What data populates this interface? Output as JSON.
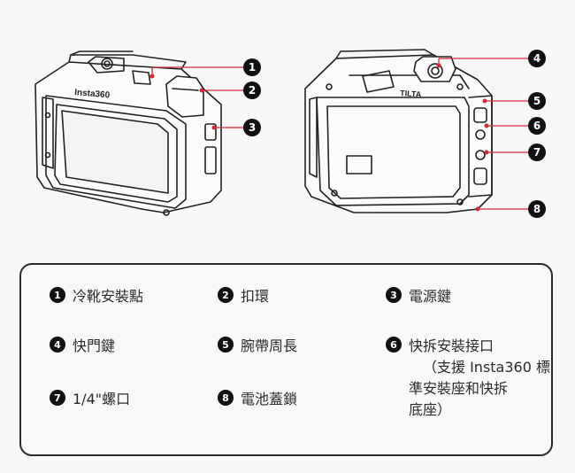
{
  "callouts": [
    "1",
    "2",
    "3",
    "4",
    "5",
    "6",
    "7",
    "8"
  ],
  "logos": {
    "left_camera_brand": "Insta360",
    "right_cage_brand": "TILTA"
  },
  "legend": [
    {
      "num": "1",
      "label": "冷靴安裝點"
    },
    {
      "num": "2",
      "label": "扣環"
    },
    {
      "num": "3",
      "label": "電源鍵"
    },
    {
      "num": "4",
      "label": "快門鍵"
    },
    {
      "num": "5",
      "label": "腕帶周長"
    },
    {
      "num": "6",
      "label": "快拆安裝接口",
      "note_lines": [
        "（支援 Insta360 標",
        "準安裝座和快拆",
        "底座）"
      ]
    },
    {
      "num": "7",
      "label": "1/4\"螺口"
    },
    {
      "num": "8",
      "label": "電池蓋鎖"
    }
  ],
  "colors": {
    "callout_line": "#d42a3a",
    "outline": "#222222",
    "badge": "#111111"
  }
}
